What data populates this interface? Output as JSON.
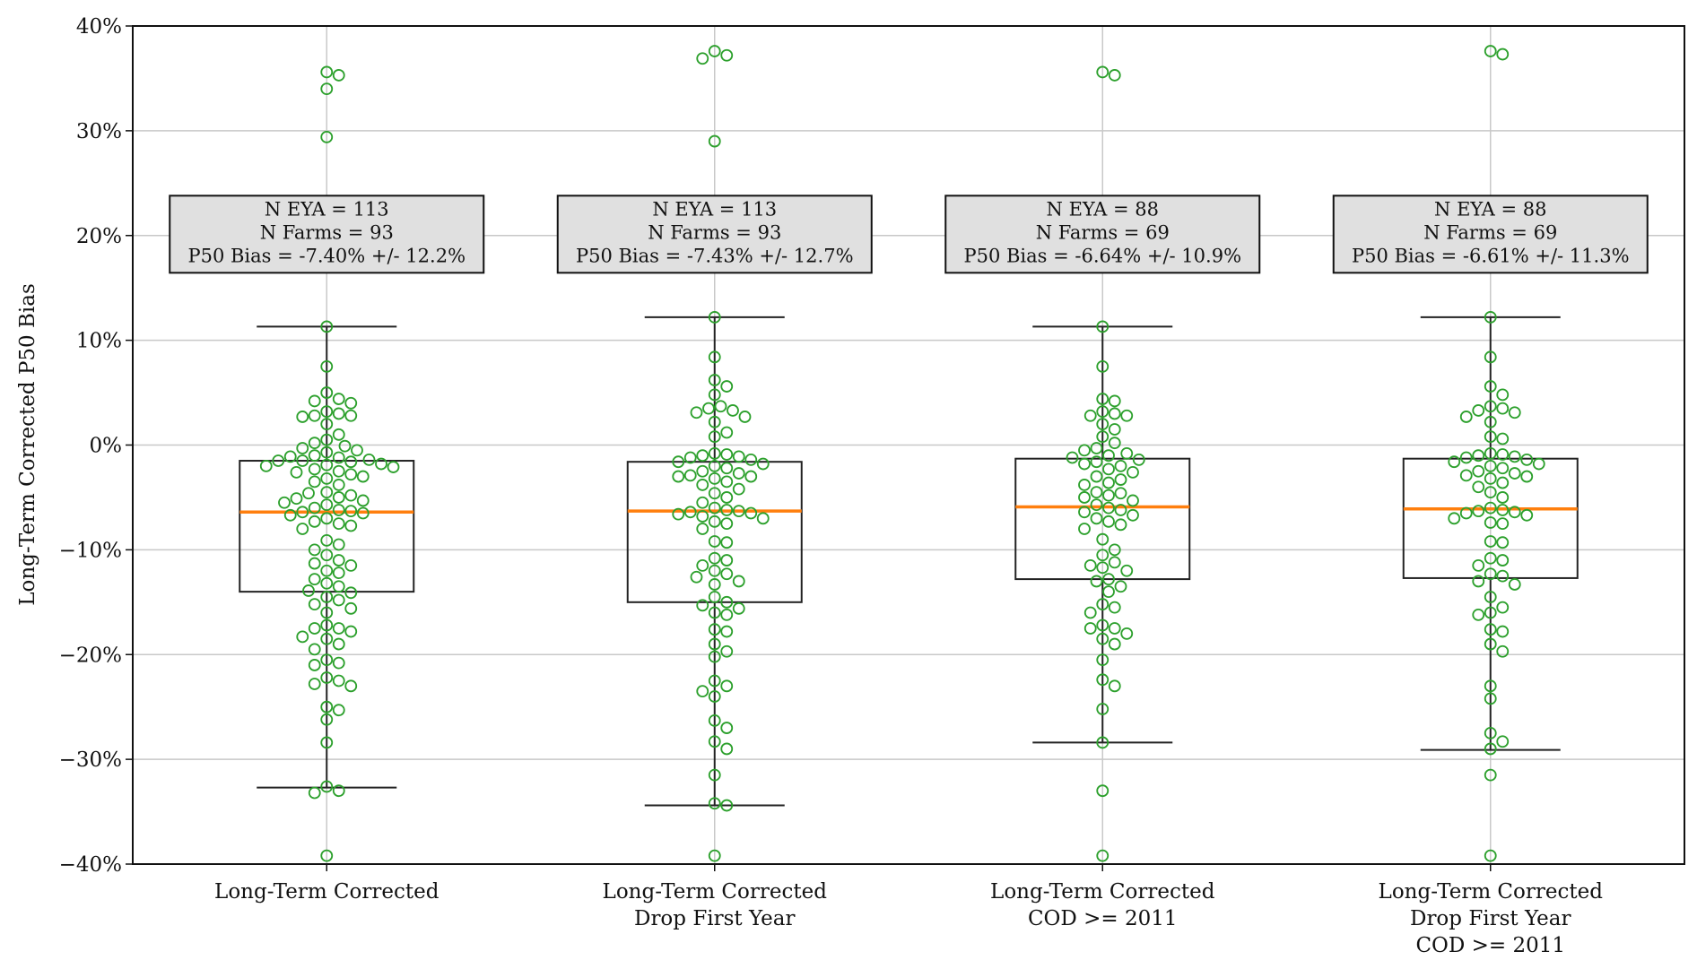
{
  "chart_data": {
    "type": "box",
    "title": "",
    "ylabel": "Long-Term Corrected P50 Bias",
    "xlabel": "",
    "ylim": [
      -40,
      40
    ],
    "yticks": [
      -40,
      -30,
      -20,
      -10,
      0,
      10,
      20,
      30,
      40
    ],
    "ytick_labels": [
      "−40%",
      "−30%",
      "−20%",
      "−10%",
      "0%",
      "10%",
      "20%",
      "30%",
      "40%"
    ],
    "grid": true,
    "colors": {
      "points": "#2ca02c",
      "median": "#ff7f0e",
      "box": "#222222",
      "annotation_bg": "#e0e0e0"
    },
    "groups": [
      {
        "label": [
          "Long-Term Corrected"
        ],
        "annotation": [
          "N EYA = 113",
          "N Farms = 93",
          "P50 Bias = -7.40% +/- 12.2%"
        ],
        "box": {
          "whisker_high": 11.3,
          "q3": -1.5,
          "median": -6.4,
          "q1": -14.0,
          "whisker_low": -32.7
        },
        "points": [
          35.6,
          35.3,
          34.0,
          29.4,
          11.3,
          7.5,
          5.0,
          4.4,
          4.2,
          4.0,
          3.2,
          3.0,
          2.8,
          2.8,
          2.7,
          2.0,
          1.0,
          0.5,
          0.2,
          -0.1,
          -0.3,
          -0.5,
          -0.7,
          -1.0,
          -1.1,
          -1.2,
          -1.4,
          -1.5,
          -1.5,
          -1.6,
          -1.8,
          -1.9,
          -2.0,
          -2.1,
          -2.3,
          -2.5,
          -2.6,
          -2.8,
          -3.0,
          -3.2,
          -3.5,
          -3.8,
          -4.5,
          -4.6,
          -4.8,
          -5.0,
          -5.1,
          -5.3,
          -5.5,
          -5.7,
          -6.0,
          -6.2,
          -6.3,
          -6.4,
          -6.5,
          -6.7,
          -7.0,
          -7.3,
          -7.5,
          -7.7,
          -8.0,
          -9.1,
          -9.5,
          -10.0,
          -10.5,
          -11.0,
          -11.3,
          -11.5,
          -12.0,
          -12.2,
          -12.8,
          -13.2,
          -13.5,
          -13.9,
          -14.1,
          -14.5,
          -14.8,
          -15.2,
          -15.6,
          -16.0,
          -17.2,
          -17.5,
          -17.5,
          -17.8,
          -18.3,
          -18.5,
          -19.0,
          -19.5,
          -20.5,
          -20.8,
          -21.0,
          -22.2,
          -22.5,
          -22.8,
          -23.0,
          -25.0,
          -25.3,
          -26.2,
          -28.4,
          -32.6,
          -33.0,
          -33.2,
          -39.2
        ]
      },
      {
        "label": [
          "Long-Term Corrected",
          "Drop First Year"
        ],
        "annotation": [
          "N EYA = 113",
          "N Farms = 93",
          "P50 Bias = -7.43% +/- 12.7%"
        ],
        "box": {
          "whisker_high": 12.2,
          "q3": -1.6,
          "median": -6.3,
          "q1": -15.0,
          "whisker_low": -34.4
        },
        "points": [
          37.6,
          37.2,
          36.9,
          29.0,
          12.2,
          8.4,
          6.2,
          5.6,
          4.8,
          3.7,
          3.5,
          3.3,
          3.1,
          2.7,
          2.2,
          1.2,
          0.8,
          -0.8,
          -0.9,
          -1.0,
          -1.1,
          -1.2,
          -1.4,
          -1.6,
          -1.8,
          -2.0,
          -2.2,
          -2.5,
          -2.7,
          -2.9,
          -3.0,
          -3.0,
          -3.2,
          -3.5,
          -3.8,
          -4.2,
          -4.6,
          -5.0,
          -5.5,
          -6.0,
          -6.2,
          -6.3,
          -6.4,
          -6.5,
          -6.6,
          -6.8,
          -7.0,
          -7.3,
          -7.5,
          -8.0,
          -9.2,
          -9.3,
          -10.8,
          -11.0,
          -11.5,
          -12.0,
          -12.3,
          -12.6,
          -13.0,
          -13.3,
          -14.5,
          -15.0,
          -15.3,
          -15.6,
          -16.0,
          -16.2,
          -17.6,
          -17.8,
          -19.0,
          -19.7,
          -20.2,
          -22.5,
          -23.0,
          -23.5,
          -24.0,
          -26.3,
          -27.0,
          -28.3,
          -29.0,
          -31.5,
          -34.2,
          -34.4,
          -39.2
        ]
      },
      {
        "label": [
          "Long-Term Corrected",
          "COD >= 2011"
        ],
        "annotation": [
          "N EYA = 88",
          "N Farms = 69",
          "P50 Bias = -6.64% +/- 10.9%"
        ],
        "box": {
          "whisker_high": 11.3,
          "q3": -1.3,
          "median": -5.9,
          "q1": -12.8,
          "whisker_low": -28.4
        },
        "points": [
          35.6,
          35.3,
          11.3,
          7.5,
          4.4,
          4.2,
          3.2,
          3.0,
          2.8,
          2.8,
          2.0,
          1.5,
          0.8,
          0.2,
          -0.3,
          -0.5,
          -0.8,
          -1.0,
          -1.2,
          -1.4,
          -1.6,
          -1.8,
          -2.0,
          -2.3,
          -2.6,
          -3.0,
          -3.3,
          -3.6,
          -3.8,
          -4.5,
          -4.6,
          -4.8,
          -5.0,
          -5.3,
          -5.7,
          -6.0,
          -6.2,
          -6.4,
          -6.7,
          -7.0,
          -7.3,
          -7.6,
          -8.0,
          -9.0,
          -10.0,
          -10.5,
          -11.2,
          -11.5,
          -11.7,
          -12.0,
          -12.8,
          -13.0,
          -13.5,
          -14.0,
          -15.2,
          -15.5,
          -16.0,
          -17.2,
          -17.5,
          -17.5,
          -18.0,
          -18.5,
          -19.0,
          -20.5,
          -22.4,
          -23.0,
          -25.2,
          -28.4,
          -33.0,
          -39.2
        ]
      },
      {
        "label": [
          "Long-Term Corrected",
          "Drop First Year",
          "COD >= 2011"
        ],
        "annotation": [
          "N EYA = 88",
          "N Farms = 69",
          "P50 Bias = -6.61% +/- 11.3%"
        ],
        "box": {
          "whisker_high": 12.2,
          "q3": -1.3,
          "median": -6.1,
          "q1": -12.7,
          "whisker_low": -29.1
        },
        "points": [
          37.6,
          37.3,
          12.2,
          8.4,
          5.6,
          4.8,
          3.7,
          3.5,
          3.3,
          3.1,
          2.7,
          2.2,
          0.8,
          0.6,
          -0.8,
          -0.9,
          -1.0,
          -1.1,
          -1.2,
          -1.4,
          -1.6,
          -1.8,
          -2.0,
          -2.2,
          -2.5,
          -2.7,
          -2.9,
          -3.0,
          -3.2,
          -3.6,
          -4.0,
          -4.5,
          -5.0,
          -6.0,
          -6.2,
          -6.3,
          -6.4,
          -6.5,
          -6.7,
          -7.0,
          -7.4,
          -7.5,
          -9.2,
          -9.3,
          -10.8,
          -11.0,
          -11.5,
          -12.3,
          -12.5,
          -13.0,
          -13.3,
          -14.5,
          -15.5,
          -16.0,
          -16.2,
          -17.6,
          -17.8,
          -19.0,
          -19.7,
          -23.0,
          -24.2,
          -27.5,
          -28.3,
          -29.0,
          -31.5,
          -39.2
        ]
      }
    ]
  }
}
